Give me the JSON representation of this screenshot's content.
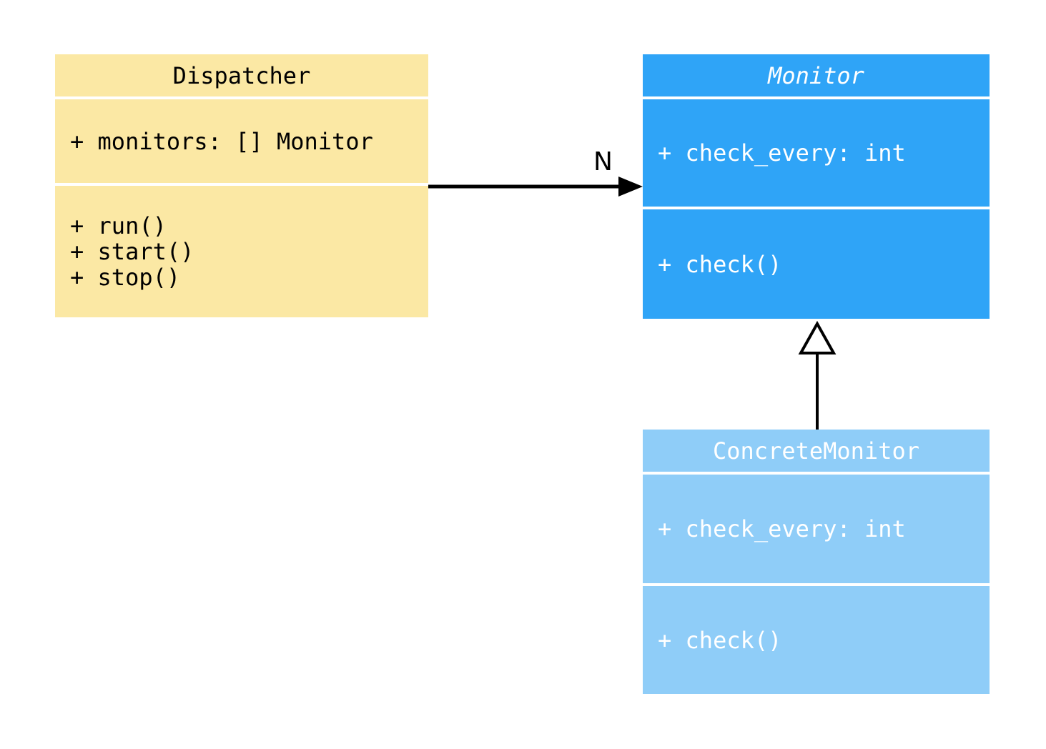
{
  "diagram": {
    "type": "UML class diagram",
    "colors": {
      "background": "#ffffff",
      "dispatcher_fill": "#fbe8a4",
      "monitor_fill": "#2fa4f7",
      "concrete_monitor_fill": "#8fcdf8",
      "dark_text": "#000000",
      "light_text": "#ffffff",
      "connector": "#000000"
    },
    "classes": [
      {
        "name": "Dispatcher",
        "abstract": false,
        "attributes": [
          "+ monitors: [] Monitor"
        ],
        "methods": [
          "+ run()",
          "+ start()",
          "+ stop()"
        ]
      },
      {
        "name": "Monitor",
        "abstract": true,
        "attributes": [
          "+ check_every: int"
        ],
        "methods": [
          "+ check()"
        ]
      },
      {
        "name": "ConcreteMonitor",
        "abstract": false,
        "attributes": [
          "+ check_every: int"
        ],
        "methods": [
          "+ check()"
        ]
      }
    ],
    "relations": [
      {
        "type": "association",
        "from": "Dispatcher",
        "to": "Monitor",
        "label": "N"
      },
      {
        "type": "inheritance",
        "from": "ConcreteMonitor",
        "to": "Monitor"
      }
    ]
  }
}
